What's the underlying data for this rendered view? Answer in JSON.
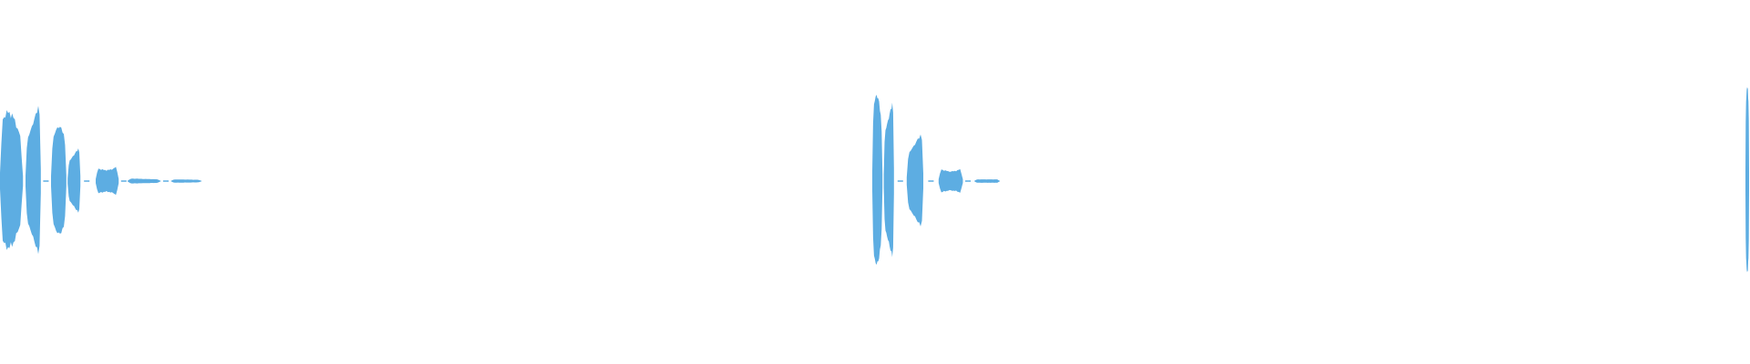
{
  "colors": {
    "background": "#ffffff",
    "waveform": "#5dade2"
  },
  "waveform": {
    "sample_rate_hint": "unlabeled",
    "bursts": [
      {
        "segments": [
          {
            "start": 0.0,
            "end": 0.018,
            "amp_start": 0.86,
            "amp_end": 0.55,
            "shape": "bulge"
          },
          {
            "start": 0.02,
            "end": 0.032,
            "amp_start": 0.62,
            "amp_end": 0.98,
            "shape": "rise"
          },
          {
            "start": 0.04,
            "end": 0.052,
            "amp_start": 0.55,
            "amp_end": 0.6,
            "shape": "bulge"
          },
          {
            "start": 0.053,
            "end": 0.063,
            "amp_start": 0.3,
            "amp_end": 0.42,
            "shape": "rise"
          },
          {
            "start": 0.075,
            "end": 0.093,
            "amp_start": 0.16,
            "amp_end": 0.18,
            "shape": "dip"
          },
          {
            "start": 0.1,
            "end": 0.126,
            "amp_start": 0.03,
            "amp_end": 0.02,
            "shape": "flat"
          },
          {
            "start": 0.134,
            "end": 0.158,
            "amp_start": 0.02,
            "amp_end": 0.015,
            "shape": "flat"
          }
        ]
      },
      {
        "segments": [
          {
            "start": 0.0,
            "end": 0.008,
            "amp_start": 1.0,
            "amp_end": 0.8,
            "shape": "bulge"
          },
          {
            "start": 0.009,
            "end": 0.017,
            "amp_start": 0.75,
            "amp_end": 1.0,
            "shape": "rise"
          },
          {
            "start": 0.027,
            "end": 0.04,
            "amp_start": 0.42,
            "amp_end": 0.6,
            "shape": "rise"
          },
          {
            "start": 0.052,
            "end": 0.071,
            "amp_start": 0.15,
            "amp_end": 0.15,
            "shape": "dip"
          },
          {
            "start": 0.08,
            "end": 0.1,
            "amp_start": 0.02,
            "amp_end": 0.02,
            "shape": "flat"
          }
        ]
      },
      {
        "segments": [
          {
            "start": 0.0,
            "end": 0.003,
            "amp_start": 1.0,
            "amp_end": 1.0,
            "shape": "bulge"
          }
        ]
      }
    ],
    "ticks": [
      {
        "burst": 0,
        "at": 0.036
      },
      {
        "burst": 0,
        "at": 0.068
      },
      {
        "burst": 0,
        "at": 0.097
      },
      {
        "burst": 0,
        "at": 0.13
      },
      {
        "burst": 1,
        "at": 0.022
      },
      {
        "burst": 1,
        "at": 0.046
      },
      {
        "burst": 1,
        "at": 0.075
      }
    ]
  }
}
